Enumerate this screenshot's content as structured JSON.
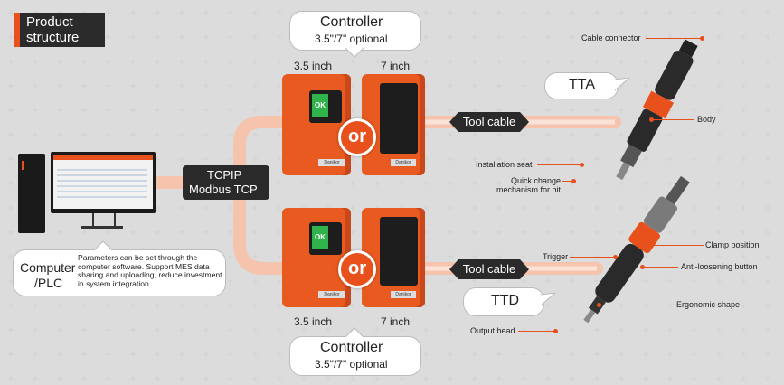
{
  "title": "Product structure",
  "controller_top": {
    "title": "Controller",
    "subtitle": "3.5\"/7\" optional",
    "size_left": "3.5 inch",
    "size_right": "7 inch"
  },
  "controller_bottom": {
    "title": "Controller",
    "subtitle": "3.5\"/7\" optional",
    "size_left": "3.5 inch",
    "size_right": "7 inch"
  },
  "or_label": "or",
  "ok_label": "OK",
  "brand": "Danikor",
  "protocol": {
    "line1": "TCPIP",
    "line2": "Modbus TCP"
  },
  "tool_cable": "Tool cable",
  "computer": {
    "label_line1": "Computer",
    "label_line2": "/PLC",
    "description": "Parameters can be set through the computer software. Support MES data sharing and uploading, reduce investment in system integration."
  },
  "tta": {
    "name": "TTA",
    "labels": {
      "cable_connector": "Cable connector",
      "body": "Body",
      "installation_seat": "Installation seat",
      "quick_change": "Quick change mechanism for bit"
    }
  },
  "ttd": {
    "name": "TTD",
    "labels": {
      "trigger": "Trigger",
      "clamp_position": "Clamp position",
      "anti_loosening": "Anti-loosening button",
      "ergonomic": "Ergonomic shape",
      "output_head": "Output head"
    }
  },
  "colors": {
    "accent": "#e8501c",
    "dark": "#2a2a2a",
    "cable": "#f6c3ad"
  }
}
